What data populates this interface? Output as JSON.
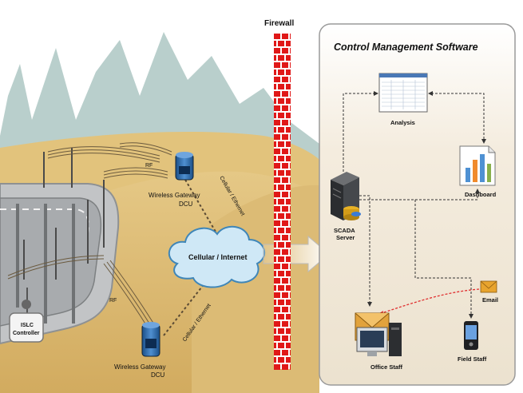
{
  "labels": {
    "firewall": "Firewall",
    "panel_title": "Control Management Software",
    "analysis": "Analysis",
    "dashboard": "Dashboard",
    "scada_line1": "SCADA",
    "scada_line2": "Server",
    "email": "Email",
    "office_staff": "Office Staff",
    "field_staff": "Field Staff",
    "cloud": "Cellular / Internet",
    "gateway_top_line1": "Wireless Gateway",
    "gateway_top_line2": "DCU",
    "gateway_bottom_line1": "Wireless Gateway",
    "gateway_bottom_line2": "DCU",
    "link_top": "Cellular / Ethernet",
    "link_bottom": "Cellular / Ethernet",
    "rf_top": "RF",
    "rf_bottom": "RF",
    "islc_line1": "ISLC",
    "islc_line2": "Controller"
  },
  "colors": {
    "sky": "#ffffff",
    "mountain": "#b9cfcc",
    "hill_front": "#d7b469",
    "hill_back": "#e2c37c",
    "firewall_red": "#e01818",
    "panel_bg": "#f3ede2",
    "panel_border": "#9a9a9a",
    "cloud_blue": "#cfe8f6",
    "arrow_red": "#e03030",
    "road": "#b6b8ba"
  }
}
